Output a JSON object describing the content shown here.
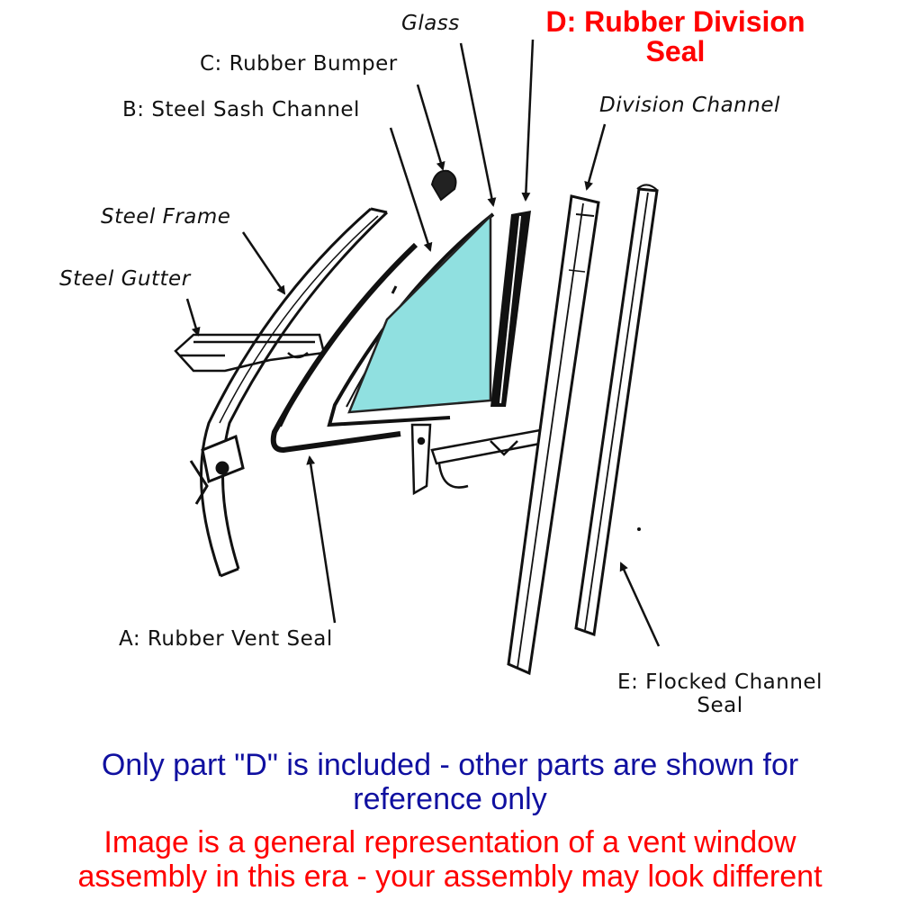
{
  "labels": {
    "glass": "Glass",
    "rubber_division_seal_line1": "D: Rubber Division",
    "rubber_division_seal_line2": "Seal",
    "rubber_bumper": "C: Rubber Bumper",
    "steel_sash_channel": "B: Steel Sash Channel",
    "division_channel": "Division Channel",
    "steel_frame": "Steel Frame",
    "steel_gutter": "Steel Gutter",
    "rubber_vent_seal": "A: Rubber Vent Seal",
    "flocked_channel_seal_line1": "E: Flocked Channel",
    "flocked_channel_seal_line2": "Seal"
  },
  "notes": {
    "included_line1": "Only part \"D\" is included - other parts are shown for",
    "included_line2": "reference only",
    "disclaimer_line1": "Image is a general representation of a vent window",
    "disclaimer_line2": "assembly in this era - your assembly may look different"
  },
  "colors": {
    "glass_fill": "#90e0e0",
    "highlight_red": "#ff0000",
    "note_blue": "#1010a0",
    "ink": "#111111"
  }
}
